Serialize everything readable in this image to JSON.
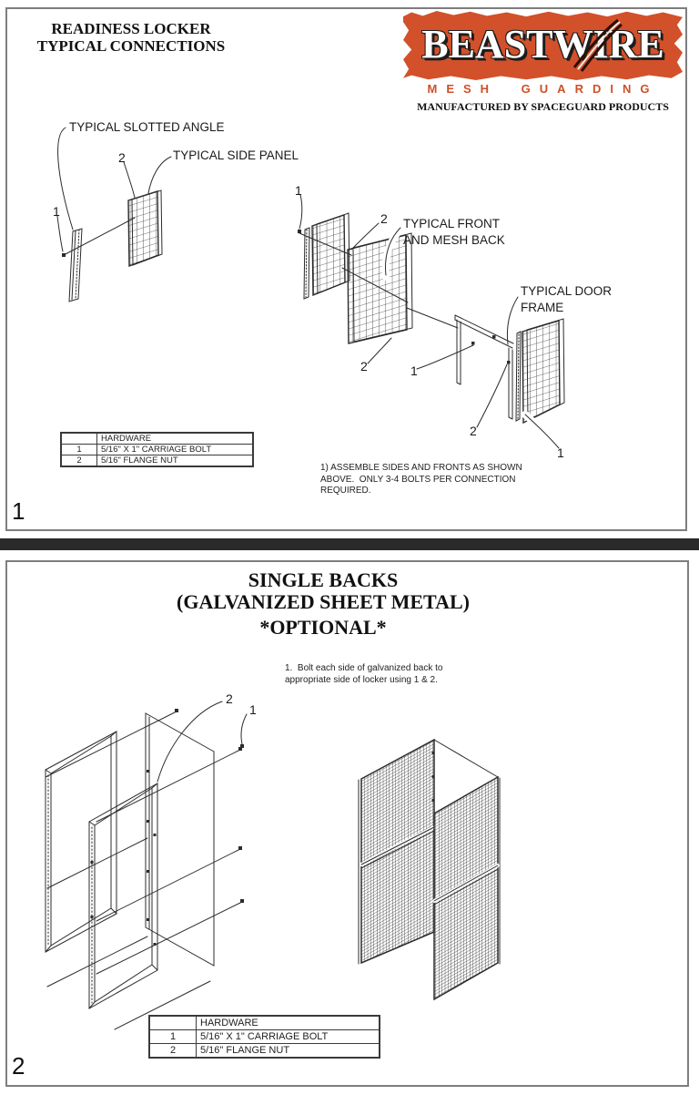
{
  "sheet1": {
    "page_number": "1",
    "title": {
      "line1": "READINESS LOCKER",
      "line2": "TYPICAL CONNECTIONS"
    },
    "logo": {
      "brand": "BEASTWIRE",
      "tagline": "MESH GUARDING",
      "manufactured_by": "MANUFACTURED BY SPACEGUARD PRODUCTS",
      "brand_color": "#d2512b"
    },
    "diagram": {
      "label_slotted_angle": "TYPICAL SLOTTED ANGLE",
      "label_side_panel": "TYPICAL SIDE PANEL",
      "label_front_back_1": "TYPICAL FRONT",
      "label_front_back_2": "AND MESH BACK",
      "label_door_frame_1": "TYPICAL DOOR",
      "label_door_frame_2": "FRAME",
      "callout_1": "1",
      "callout_2": "2"
    },
    "hardware_table": {
      "header": "HARDWARE",
      "rows": [
        {
          "item": "1",
          "desc": "5/16\" X 1\" CARRIAGE BOLT"
        },
        {
          "item": "2",
          "desc": "5/16\" FLANGE NUT"
        }
      ]
    },
    "note": {
      "line1": "1) ASSEMBLE SIDES AND FRONTS AS SHOWN",
      "line2": "ABOVE.  ONLY 3-4 BOLTS PER CONNECTION",
      "line3": "REQUIRED."
    }
  },
  "sheet2": {
    "page_number": "2",
    "title": {
      "line1": "SINGLE BACKS",
      "line2": "(GALVANIZED SHEET METAL)",
      "line3": "*OPTIONAL*"
    },
    "note": {
      "line1": "1.  Bolt each side of galvanized back to",
      "line2": "appropriate side of locker using 1 & 2."
    },
    "diagram": {
      "callout_1": "1",
      "callout_2": "2"
    },
    "hardware_table": {
      "header": "HARDWARE",
      "rows": [
        {
          "item": "1",
          "desc": "5/16\" X 1\" CARRIAGE BOLT"
        },
        {
          "item": "2",
          "desc": "5/16\" FLANGE NUT"
        }
      ]
    },
    "divider_color": "#2a2a2a"
  }
}
